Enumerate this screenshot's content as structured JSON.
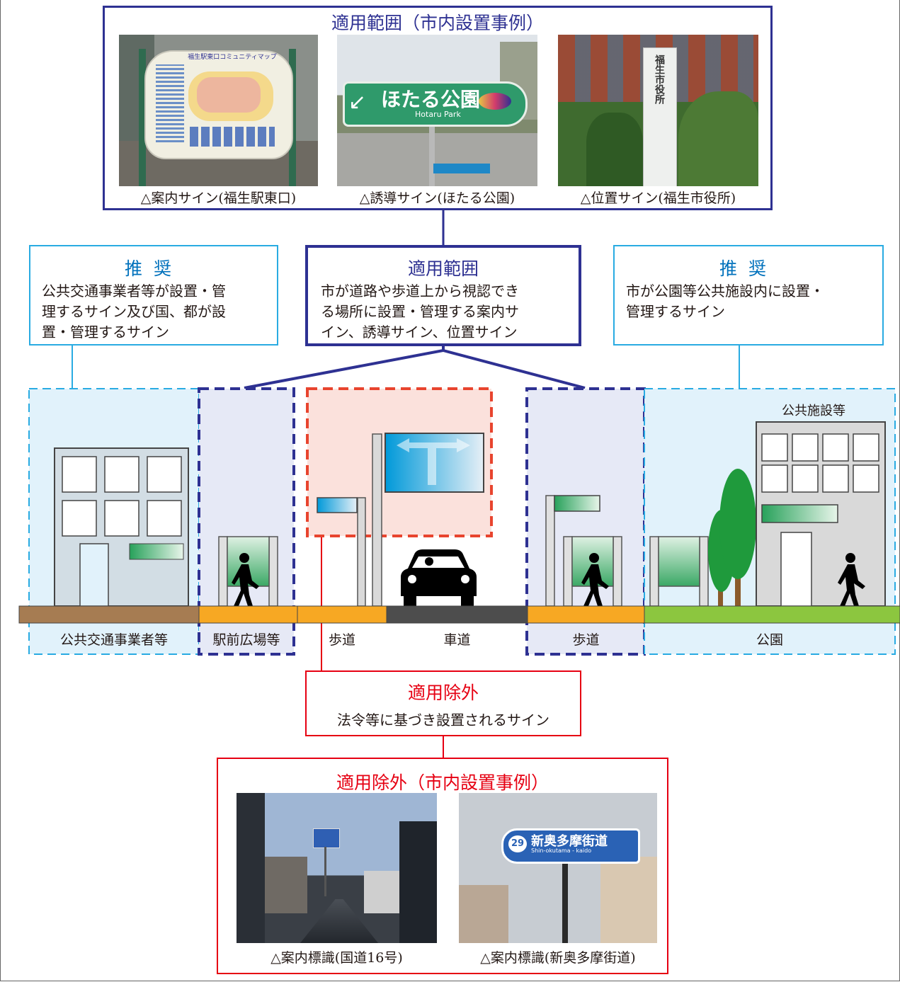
{
  "top_panel": {
    "title": "適用範囲（市内設置事例）",
    "photos": [
      {
        "caption": "△案内サイン(福生駅東口)",
        "sign_text": "福生駅東口コミュニティマップ"
      },
      {
        "caption": "△誘導サイン(ほたる公園)",
        "sign_text": "ほたる公園",
        "sign_subtext": "Hotaru Park"
      },
      {
        "caption": "△位置サイン(福生市役所)",
        "sign_text": "福生市役所"
      }
    ]
  },
  "recommend_left": {
    "title": "推奨",
    "text_lines": [
      "公共交通事業者等が設置・管",
      "理するサイン及び国、都が設",
      "置・管理するサイン"
    ]
  },
  "scope": {
    "title": "適用範囲",
    "text_lines": [
      "市が道路や歩道上から視認でき",
      "る場所に設置・管理する案内サ",
      "イン、誘導サイン、位置サイン"
    ]
  },
  "recommend_right": {
    "title": "推奨",
    "text_lines": [
      "市が公園等公共施設内に設置・",
      "管理するサイン"
    ]
  },
  "scene": {
    "public_facility_label": "公共施設等",
    "ground_labels": [
      "公共交通事業者等",
      "駅前広場等",
      "歩道",
      "車道",
      "歩道",
      "公園"
    ]
  },
  "exclusion": {
    "title": "適用除外",
    "text": "法令等に基づき設置されるサイン"
  },
  "bottom_panel": {
    "title": "適用除外（市内設置事例）",
    "photos": [
      {
        "caption": "△案内標識(国道16号)"
      },
      {
        "caption": "△案内標識(新奥多摩街道)",
        "sign_number": "29",
        "sign_text": "新奥多摩街道",
        "sign_subtext": "Shin-okutama - kaido"
      }
    ]
  },
  "colors": {
    "navy": "#2e3192",
    "light_blue": "#29abe2",
    "red": "#e60012",
    "sidewalk": "#f7a823",
    "road": "#4d4d4d",
    "park": "#8cc63f",
    "brown": "#a67c52"
  }
}
